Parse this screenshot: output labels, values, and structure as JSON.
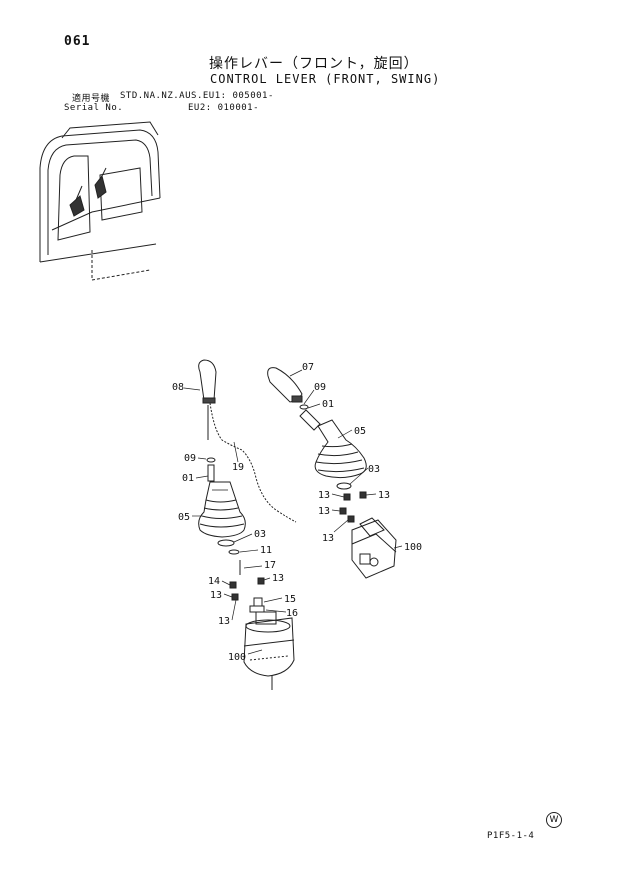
{
  "header": {
    "page_number": "061",
    "title_jp": "操作レバー（フロント，旋回）",
    "title_en": "CONTROL LEVER (FRONT, SWING)"
  },
  "serial": {
    "label_jp": "適用号機",
    "label_en": "Serial No.",
    "eu1": "STD.NA.NZ.AUS.EU1: 005001-",
    "eu2": "EU2: 010001-"
  },
  "callouts": {
    "left": {
      "c08": "08",
      "c09": "09",
      "c01": "01",
      "c19": "19",
      "c05": "05",
      "c03": "03",
      "c11": "11",
      "c17": "17",
      "c14": "14",
      "c13a": "13",
      "c13b": "13",
      "c15": "15",
      "c16": "16",
      "c13c": "13",
      "c100": "100"
    },
    "right": {
      "c07": "07",
      "c09": "09",
      "c01": "01",
      "c05": "05",
      "c03": "03",
      "c13a": "13",
      "c13b": "13",
      "c13c": "13",
      "c13d": "13",
      "c100": "100"
    }
  },
  "footer": {
    "mark": "W",
    "code": "P1F5-1-4"
  }
}
